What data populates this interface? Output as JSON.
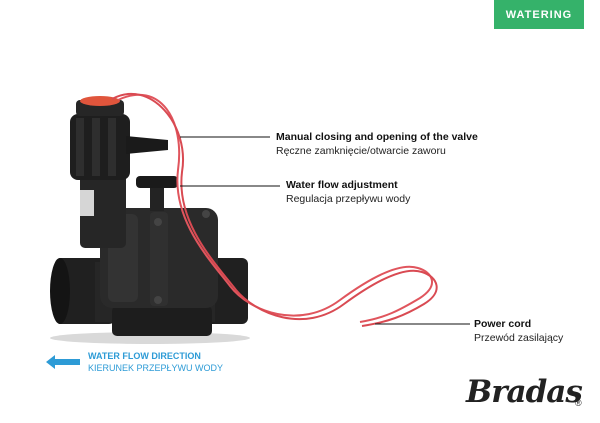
{
  "badge": {
    "label": "WATERING"
  },
  "callouts": {
    "manual": {
      "en": "Manual closing and opening of the valve",
      "pl": "Ręczne zamknięcie/otwarcie zaworu"
    },
    "flow_adjust": {
      "en": "Water flow adjustment",
      "pl": "Regulacja przepływu wody"
    },
    "power": {
      "en": "Power cord",
      "pl": "Przewód zasilający"
    }
  },
  "flow_direction": {
    "en": "WATER FLOW DIRECTION",
    "pl": "KIERUNEK PRZEPŁYWU WODY",
    "color": "#2d9bd6"
  },
  "brand": {
    "name": "Bradas",
    "mark": "®"
  },
  "colors": {
    "badge": "#35b26a",
    "wire": "#e0555d",
    "body": "#1b1b1b",
    "cap": "#e0553c"
  }
}
